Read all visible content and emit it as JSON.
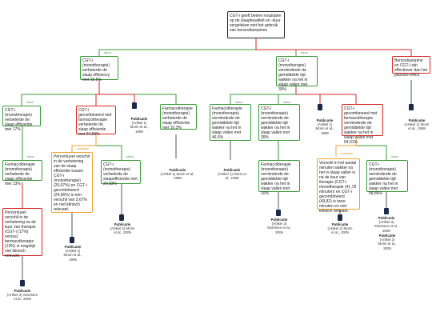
{
  "root": {
    "text": "CGT-i geeft betere resultaten op de slaapkwaliteit en -duur vergeleken met het gebruik van benzodiazepines"
  },
  "nodes": {
    "a": "CGT-i (monotherapie) verbeterde de slaap efficiency met 15,5%",
    "b": "CGT-i (monotherapie) verminderde de gemiddelde tijd wakker na het in slaap vallen met 39%",
    "c": "Benzodiazepine en CGT-i zijn effectiever dan het placebo-effect",
    "d": "CGT-i (monotherapie) verbeterde de slaap efficientie met 17%",
    "e": "CGT-i gecombineerd met farmacotherapie verbeterde de slaap efficientie met 24,56%",
    "f": "Farmacotherapie (monotherapie) verbeterde de slaap efficientie met 10,3%",
    "g": "Farmacotherapie (monotherapie) verminderde de gemiddelde tijd wakker na het in slaap vallen met 46,5%",
    "h": "CGT-i (monotherapie) verminderde de gemiddelde tijd wakker na het in slaap vallen met 39%",
    "i": "CGT-i gecombineerd met farmacotherapie verminderde de gemiddelde tijd wakker na het in slaap vallen met 64,01%",
    "j": "Farmacotherapie (monotherapie) verbeterde de slaap efficientie met 13%",
    "k": "Percentueel verschil in de verbetering van de slaap efficientie tussen CGT-i (monotherapie) (20,07%) en CGT-i gecombineerd (24,56%) is een verschil van 3,67% en niet klinisch relevant.",
    "l": "CGT-i (monotherapie) verbeterde de slaapefficientie met 20,93%",
    "m": "Farmacotherapie (monotherapie) verminderde de gemiddelde tijd wakker na het in slaap vallen met 10%",
    "n": "Verschil in het aantal minuten wakker na het in slaap vallen is na de kuur van therapie (CGT-i monotherapie (41,78 minuten) en CGT-i gecombineerd (49,82) is twee minuten en niet klinisch relevant.",
    "o": "CGT-i (monotherapie) verminderde de gemiddelde tijd wakker na het in slaap vallen met 58,86%",
    "p": "Percentueel verschil in de verbetering na de kuur van therapie (CGT-i (17%) versus) farmacotherapie (13%) is mogelijk niet klinisch relevant."
  },
  "pub": {
    "title": "Publicatie"
  },
  "pubs": [
    {
      "id": "p1",
      "text": "(Artikel 1) Morin et al., 1999"
    },
    {
      "id": "p2",
      "text": "(Artikel 1) Morin et al., 1999"
    },
    {
      "id": "p3",
      "text": "(Artikel 1) Morin et al., 1999"
    },
    {
      "id": "p4",
      "text": "(Artikel 1) Morin et al., 1999"
    },
    {
      "id": "p5",
      "text": "(Artikel 1) Morin et al., 1999"
    },
    {
      "id": "p6",
      "text": "(Artikel 2) Morin et al., 2009"
    },
    {
      "id": "p7",
      "text": "(Artikel 1) Morin et al., 1999"
    },
    {
      "id": "p8",
      "text": "(Artikel 3) Sivertsen et al., 2006"
    },
    {
      "id": "p9",
      "text": "(Artikel 3) Sivertsen et al., 2006"
    },
    {
      "id": "p10",
      "text": "(Artikel 2) Morin et al., 2009"
    },
    {
      "id": "p11",
      "text": "(Artikel 3) Sivertsen et al., 2006"
    },
    {
      "id": "p12",
      "text": "(Artikel 2) Morin et al., 2009"
    }
  ],
  "tags": {
    "steun": "steun",
    "aanval": "aanval",
    "conclusie": "conclusie"
  },
  "colors": {
    "support": "#3a9a3a",
    "attack": "#d62828",
    "orange": "#f0a030",
    "pub": "#1b2a4a"
  }
}
